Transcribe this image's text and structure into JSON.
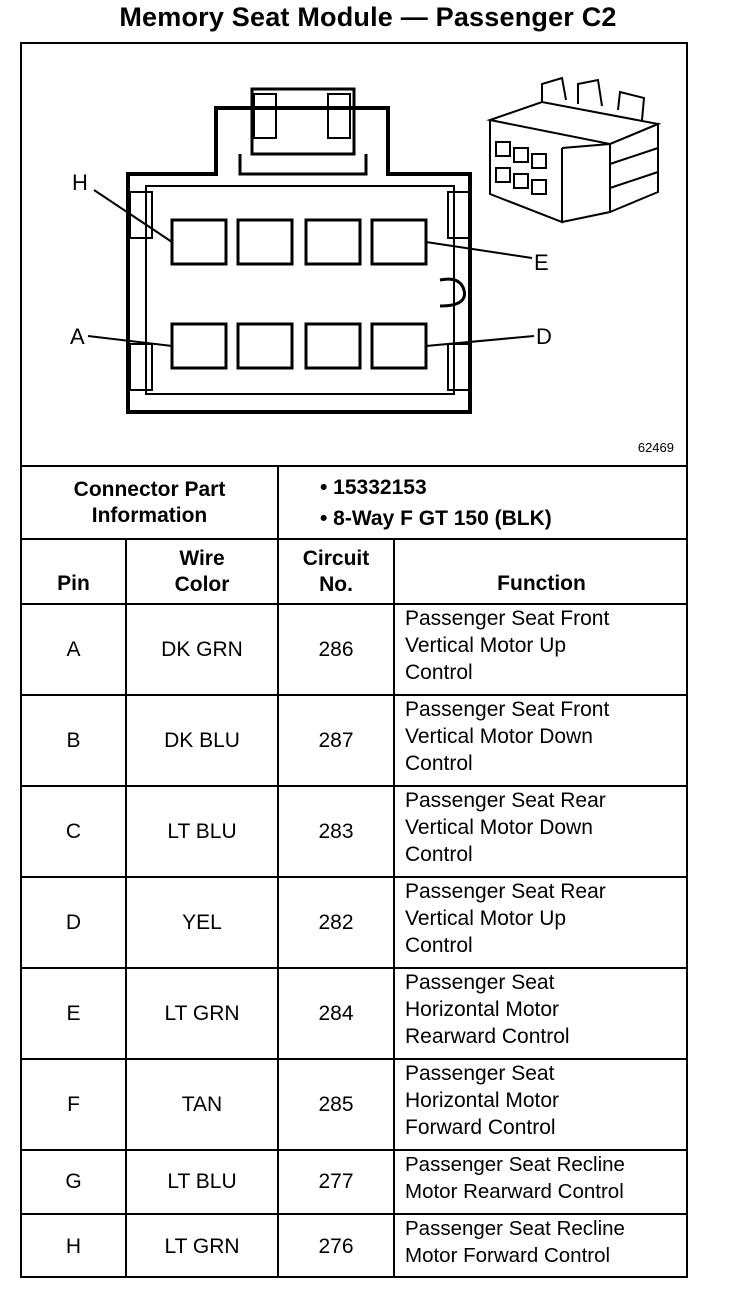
{
  "title": "Memory Seat Module — Passenger C2",
  "diagram": {
    "drawing_number": "62469",
    "labels": {
      "h": "H",
      "e": "E",
      "a": "A",
      "d": "D"
    }
  },
  "connector": {
    "label_line1": "Connector Part",
    "label_line2": "Information",
    "items": [
      "• 15332153",
      "• 8-Way F GT 150 (BLK)"
    ]
  },
  "table": {
    "headers": {
      "pin": "Pin",
      "wire_color_1": "Wire",
      "wire_color_2": "Color",
      "circuit_1": "Circuit",
      "circuit_2": "No.",
      "function": "Function"
    },
    "rows": [
      {
        "pin": "A",
        "color": "DK GRN",
        "circuit": "286",
        "f1": "Passenger Seat Front",
        "f2": "Vertical Motor Up",
        "f3": "Control"
      },
      {
        "pin": "B",
        "color": "DK BLU",
        "circuit": "287",
        "f1": "Passenger Seat Front",
        "f2": "Vertical Motor Down",
        "f3": "Control"
      },
      {
        "pin": "C",
        "color": "LT BLU",
        "circuit": "283",
        "f1": "Passenger Seat Rear",
        "f2": "Vertical Motor Down",
        "f3": "Control"
      },
      {
        "pin": "D",
        "color": "YEL",
        "circuit": "282",
        "f1": "Passenger Seat Rear",
        "f2": "Vertical Motor Up",
        "f3": "Control"
      },
      {
        "pin": "E",
        "color": "LT GRN",
        "circuit": "284",
        "f1": "Passenger Seat",
        "f2": "Horizontal Motor",
        "f3": "Rearward Control"
      },
      {
        "pin": "F",
        "color": "TAN",
        "circuit": "285",
        "f1": "Passenger Seat",
        "f2": "Horizontal Motor",
        "f3": "Forward Control"
      },
      {
        "pin": "G",
        "color": "LT BLU",
        "circuit": "277",
        "f1": "Passenger Seat Recline",
        "f2": "Motor Rearward Control",
        "f3": ""
      },
      {
        "pin": "H",
        "color": "LT GRN",
        "circuit": "276",
        "f1": "Passenger Seat Recline",
        "f2": "Motor Forward Control",
        "f3": ""
      }
    ]
  }
}
